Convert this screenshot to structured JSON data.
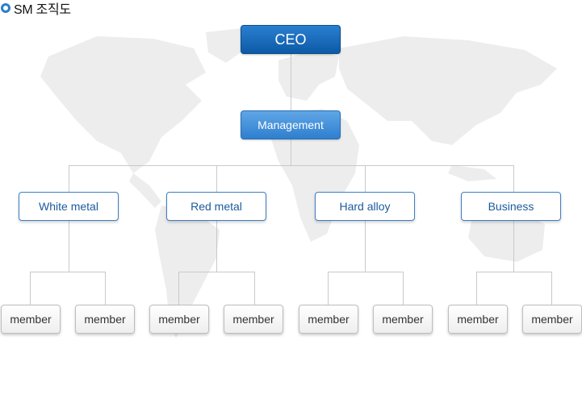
{
  "header": {
    "title": "SM 조직도",
    "bullet_icon": "ring-bullet-icon"
  },
  "org": {
    "ceo": {
      "label": "CEO"
    },
    "management": {
      "label": "Management"
    },
    "departments": [
      {
        "label": "White metal",
        "members": [
          "member",
          "member"
        ]
      },
      {
        "label": "Red metal",
        "members": [
          "member",
          "member"
        ]
      },
      {
        "label": "Hard alloy",
        "members": [
          "member",
          "member"
        ]
      },
      {
        "label": "Business",
        "members": [
          "member",
          "member"
        ]
      }
    ]
  },
  "colors": {
    "ceo_fill": "#0d5aa6",
    "management_fill": "#3a87d4",
    "department_border": "#3d7ec4",
    "department_text": "#1c5a9c",
    "connector": "#c9c9c9",
    "map": "#ececec"
  }
}
